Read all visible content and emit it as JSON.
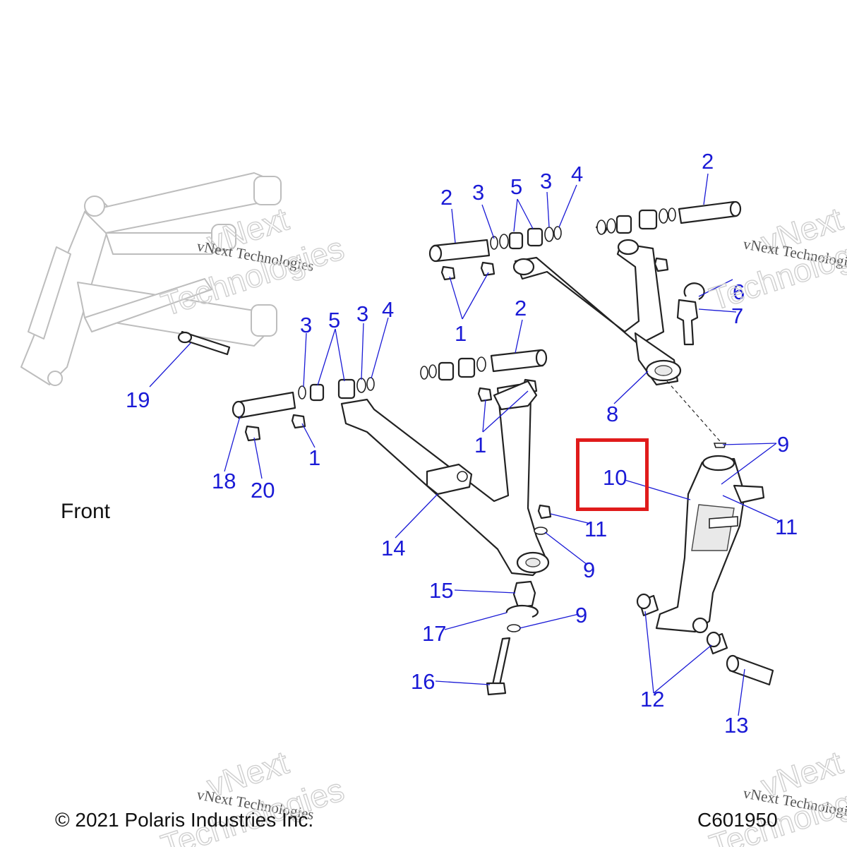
{
  "caption": {
    "front": "Front",
    "copyright": "© 2021 Polaris Industries Inc.",
    "diagram_id": "C601950"
  },
  "watermark": {
    "line1": "vNext Technologies",
    "brand": "vNext",
    "word": "Technologies"
  },
  "callouts": {
    "c1a": "1",
    "c1b": "1",
    "c1c": "1",
    "c2a": "2",
    "c2b": "2",
    "c2c": "2",
    "c3a": "3",
    "c3b": "3",
    "c3c": "3",
    "c3d": "3",
    "c4a": "4",
    "c4b": "4",
    "c5a": "5",
    "c5b": "5",
    "c6": "6",
    "c7": "7",
    "c8": "8",
    "c9a": "9",
    "c9b": "9",
    "c9c": "9",
    "c10": "10",
    "c11a": "11",
    "c11b": "11",
    "c12": "12",
    "c13": "13",
    "c14": "14",
    "c15": "15",
    "c16": "16",
    "c17": "17",
    "c18": "18",
    "c19": "19",
    "c20": "20"
  },
  "highlight": {
    "color": "#e01b1b",
    "target_callout": "10"
  },
  "colors": {
    "callout": "#1a1ad6",
    "line": "#222222"
  }
}
